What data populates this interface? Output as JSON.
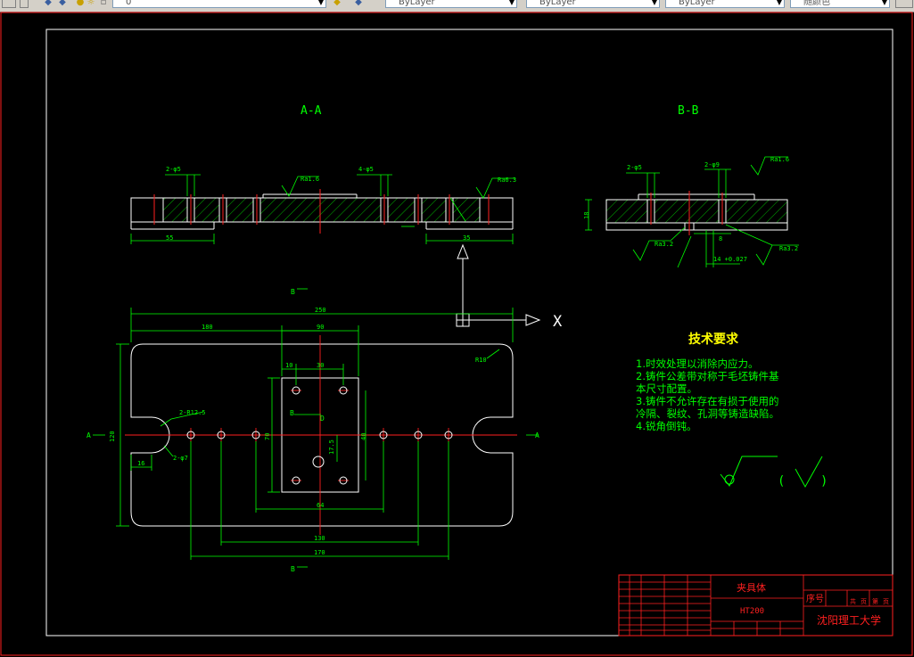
{
  "toolbar": {
    "layer_combo": "0",
    "color_combo": "ByLayer",
    "linetype_combo": "ByLayer",
    "lineweight_combo": "ByLayer",
    "plotstyle_combo": "随颜色"
  },
  "drawing": {
    "section_aa": "A-A",
    "section_bb": "B-B",
    "axis_x": "X",
    "view_markers": {
      "a_left": "A",
      "a_right": "A",
      "b_top": "B",
      "b_bottom": "B"
    },
    "dims_aa": {
      "d_2_6": "2-φ5",
      "d_4_6": "4-φ5",
      "d_55": "55",
      "d_35": "35",
      "d_rough1": "Ra1.6",
      "d_rough2": "Ra6.3"
    },
    "dims_bb": {
      "d_2_6": "2-φ5",
      "d_2_9": "2-φ9",
      "d_18": "18",
      "d_rough3": "Ra3.2",
      "d_rough4": "Ra3.2",
      "d_rough5": "Ra1.6",
      "d_tol": "14 +0.027",
      "d_8": "8"
    },
    "dims_plan": {
      "d_250": "250",
      "d_180": "180",
      "d_90": "90",
      "d_30": "30",
      "d_10": "10",
      "d_r10": "R10",
      "d_2_r12": "2-R12.5",
      "d_2_25": "2-φ7",
      "d_16": "16",
      "d_64": "64",
      "d_130": "130",
      "d_170": "170",
      "d_height": "120",
      "d_inner_h": "70",
      "d_17_5": "17.5",
      "d_40": "40",
      "d_inner_hole_b": "B",
      "d_inner_hole_d": "D"
    }
  },
  "tech_req": {
    "title": "技术要求",
    "lines": [
      "1.时效处理以消除内应力。",
      "2.铸件公差带对称于毛坯铸件基",
      "本尺寸配置。",
      "3.铸件不允许存在有损于使用的",
      "冷隔、裂纹、孔洞等铸造缺陷。",
      "4.锐角倒钝。"
    ],
    "rough_paren_left": "(",
    "rough_paren_right": ")"
  },
  "title_block": {
    "part_name": "夹具体",
    "material": "HT200",
    "seq_label": "序号",
    "school": "沈阳理工大学",
    "small_cells": [
      "共",
      "页",
      "第",
      "页"
    ]
  }
}
